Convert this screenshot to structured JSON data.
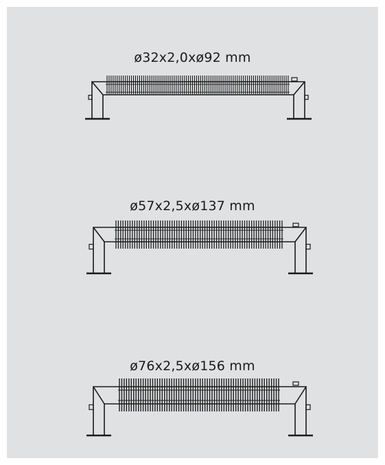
{
  "heaters": [
    {
      "label": "ø32x2,0xø92 mm",
      "fin_count": 90
    },
    {
      "label": "ø57x2,5xø137 mm",
      "fin_count": 72
    },
    {
      "label": "ø76x2,5xø156 mm",
      "fin_count": 68
    }
  ],
  "colors": {
    "background": "#e0e1e3",
    "line": "#1a1a1a"
  }
}
